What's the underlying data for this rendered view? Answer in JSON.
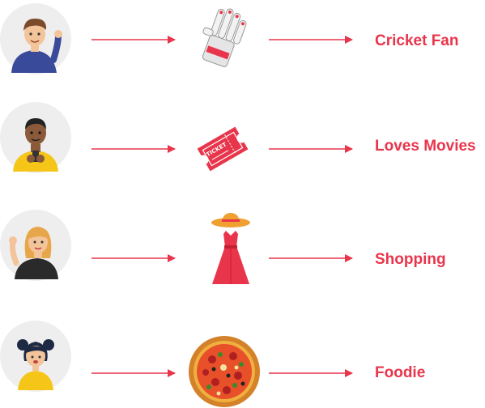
{
  "colors": {
    "accent": "#e8354b",
    "avatar_bg": "#eeeeee"
  },
  "rows": [
    {
      "avatar": "man-waving-avatar",
      "item_icon": "cricket-glove-icon",
      "label": "Cricket Fan"
    },
    {
      "avatar": "man-with-phone-avatar",
      "item_icon": "movie-ticket-icon",
      "label": "Loves Movies"
    },
    {
      "avatar": "woman-waving-avatar",
      "item_icon": "dress-and-hat-icon",
      "label": "Shopping"
    },
    {
      "avatar": "girl-avatar",
      "item_icon": "pizza-icon",
      "label": "Foodie"
    }
  ]
}
